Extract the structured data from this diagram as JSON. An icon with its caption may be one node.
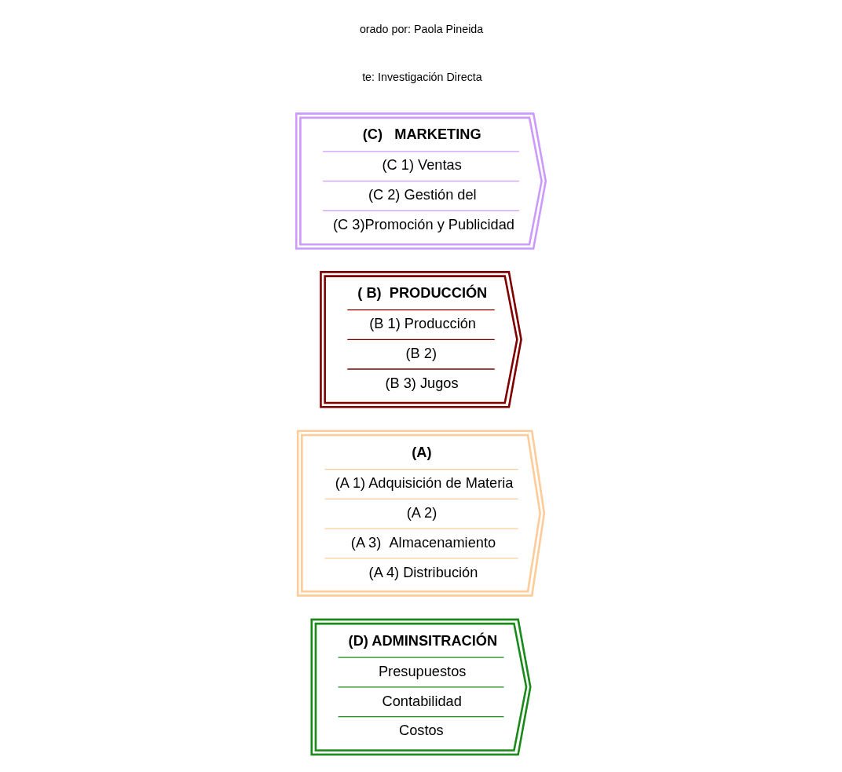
{
  "diagram": {
    "nodes": [
      {
        "text": [
          "(D) ADMINSITRACIÓN",
          "Presupuestos",
          "Contabilidad",
          "Costos"
        ]
      },
      {
        "text": [
          "(A)",
          "(A 1) Adquisición de Materia",
          "(A 2)",
          "(A 3)  Almacenamiento",
          "(A 4) Distribución"
        ]
      },
      {
        "text": [
          "( B)  PRODUCCIÓN",
          "(B 1) Producción",
          "(B 2)",
          "(B 3) Jugos"
        ]
      },
      {
        "text": [
          "(C)   MARKETING",
          "(C 1) Ventas",
          "(C 2) Gestión del",
          "(C 3)Promoción y Publicidad"
        ]
      }
    ],
    "edges": [],
    "labels": [
      "te: Investigación Directa",
      "orado por: Paola Pineida"
    ]
  }
}
